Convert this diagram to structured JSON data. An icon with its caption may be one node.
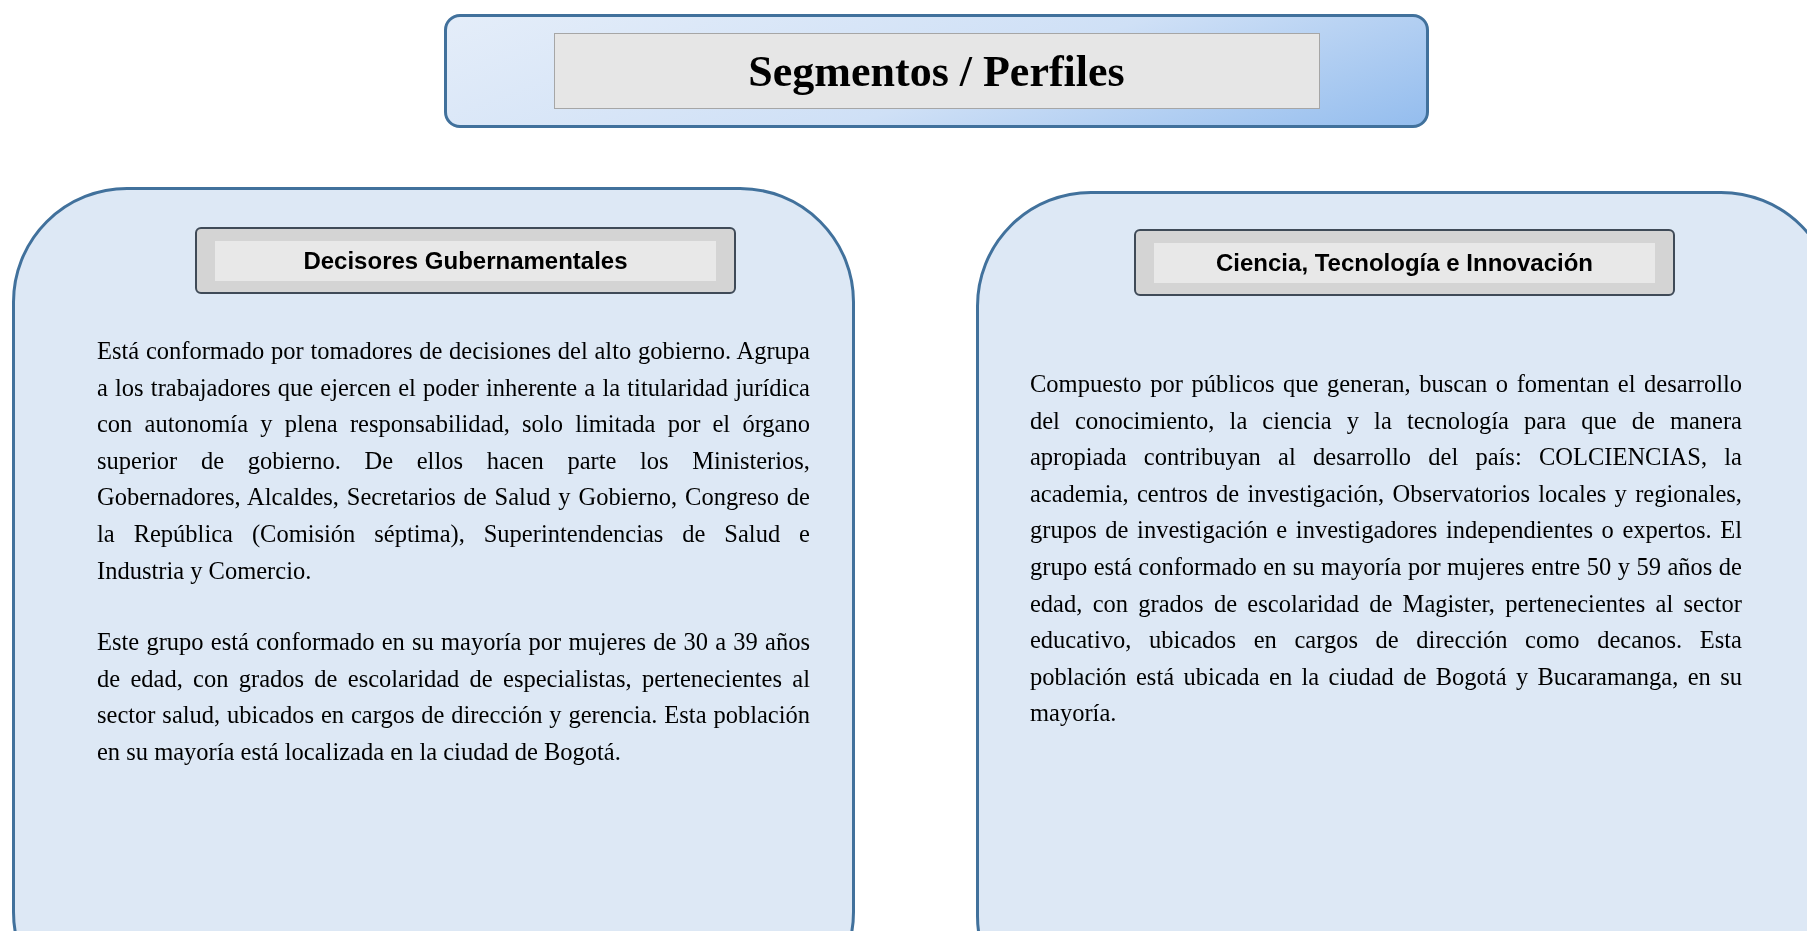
{
  "diagram": {
    "nodes": [
      {
        "text": [
          "Segmentos / Perfiles"
        ]
      },
      {
        "text": [
          "Está conformado por tomadores de decisiones del alto gobierno. Agrupa a los trabajadores que ejercen el poder inherente a la titularidad jurídica con autonomía y plena responsabilidad, solo limitada por el órgano superior de gobierno. De ellos hacen parte los Ministerios, Gobernadores, Alcaldes, Secretarios de Salud y Gobierno, Congreso de la República (Comisión séptima), Superintendencias de Salud e Industria y Comercio.",
          "Este grupo está conformado en su mayoría por mujeres de 30 a 39 años de edad, con grados de escolaridad de especialistas, pertenecientes al sector salud, ubicados en cargos de dirección y gerencia. Esta población en su mayoría está localizada en la ciudad de Bogotá."
        ]
      },
      {
        "text": [
          "Decisores Gubernamentales"
        ],
        "in": 1
      },
      {
        "text": [
          "Compuesto por públicos que generan, buscan o fomentan el desarrollo del conocimiento, la ciencia y la tecnología para que de manera apropiada contribuyan al desarrollo del país: COLCIENCIAS, la academia, centros de investigación, Observatorios locales y regionales, grupos de investigación e investigadores independientes o expertos. El grupo está conformado en su mayoría por mujeres entre 50 y 59 años de edad, con grados de escolaridad de Magister, pertenecientes al sector educativo, ubicados en cargos de dirección como decanos. Esta población está ubicada en la ciudad de Bogotá y Bucaramanga, en su mayoría."
        ]
      },
      {
        "text": [
          "Ciencia, Tecnología e Innovación"
        ],
        "in": 3
      }
    ]
  }
}
